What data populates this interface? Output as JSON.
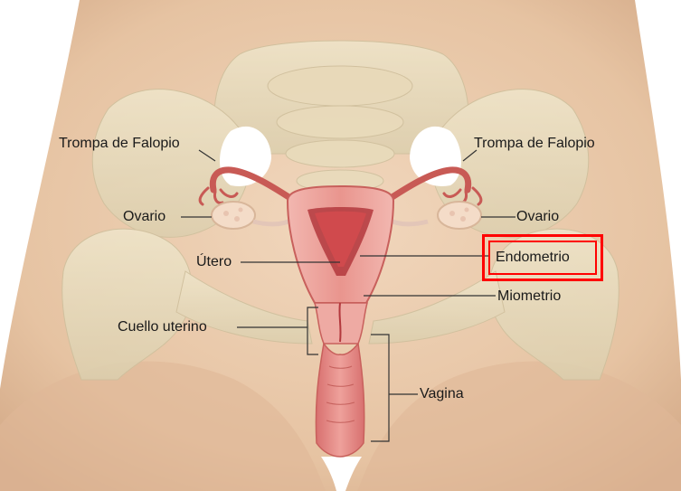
{
  "labels": {
    "trompa_left": "Trompa de Falopio",
    "trompa_right": "Trompa de Falopio",
    "ovario_left": "Ovario",
    "ovario_right": "Ovario",
    "utero": "Útero",
    "endometrio": "Endometrio",
    "miometrio": "Miometrio",
    "cuello_uterino": "Cuello uterino",
    "vagina": "Vagina"
  },
  "highlight": {
    "target": "Endometrio",
    "color": "#ff0000"
  },
  "colors": {
    "skin": "#e9c8a8",
    "skin_shadow": "#c99f7e",
    "bone": "#ede3c6",
    "uterus": "#e98f8a",
    "uterus_dark": "#b3383d",
    "leader_line": "#333333"
  }
}
